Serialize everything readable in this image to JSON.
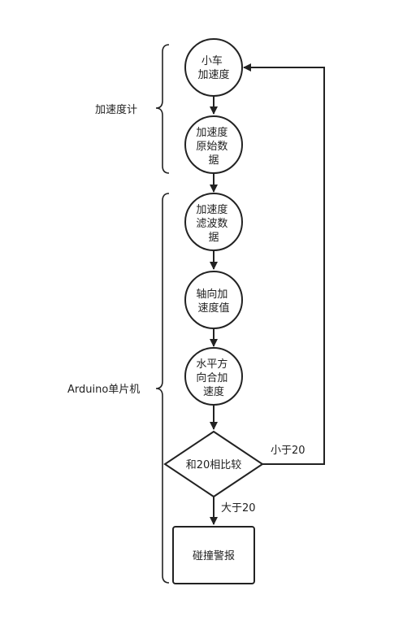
{
  "diagram": {
    "nodes": {
      "n1": [
        "小车",
        "加速度"
      ],
      "n2": [
        "加速度",
        "原始数",
        "据"
      ],
      "n3": [
        "加速度",
        "滤波数",
        "据"
      ],
      "n4": [
        "轴向加",
        "速度值"
      ],
      "n5": [
        "水平方",
        "向合加",
        "速度"
      ],
      "decision": [
        "和20相比较"
      ],
      "alarm": [
        "碰撞警报"
      ]
    },
    "edge_labels": {
      "less": "小于20",
      "greater": "大于20"
    },
    "groups": {
      "accelerometer": "加速度计",
      "arduino": "Arduino单片机"
    },
    "colors": {
      "stroke": "#222222",
      "fill": "#ffffff"
    }
  }
}
